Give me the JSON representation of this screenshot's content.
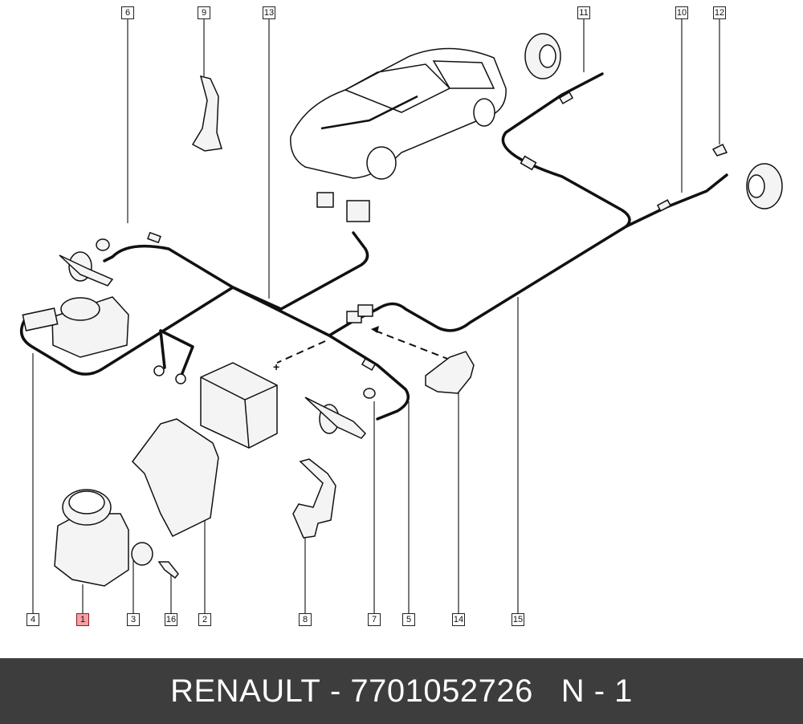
{
  "callouts": {
    "c1": "1",
    "c2": "2",
    "c3": "3",
    "c4": "4",
    "c5": "5",
    "c6": "6",
    "c7": "7",
    "c8": "8",
    "c9": "9",
    "c10": "10",
    "c11": "11",
    "c12": "12",
    "c13": "13",
    "c14": "14",
    "c15": "15",
    "c16": "16"
  },
  "highlighted_callout": "1",
  "battery_plus": "+",
  "footer": {
    "brand": "RENAULT",
    "sep": " - ",
    "part_number": "7701052726",
    "position": "N - 1"
  },
  "colors": {
    "highlight": "#f4a0a4",
    "footer_bg": "#3d3d3d",
    "footer_text": "#ffffff"
  }
}
